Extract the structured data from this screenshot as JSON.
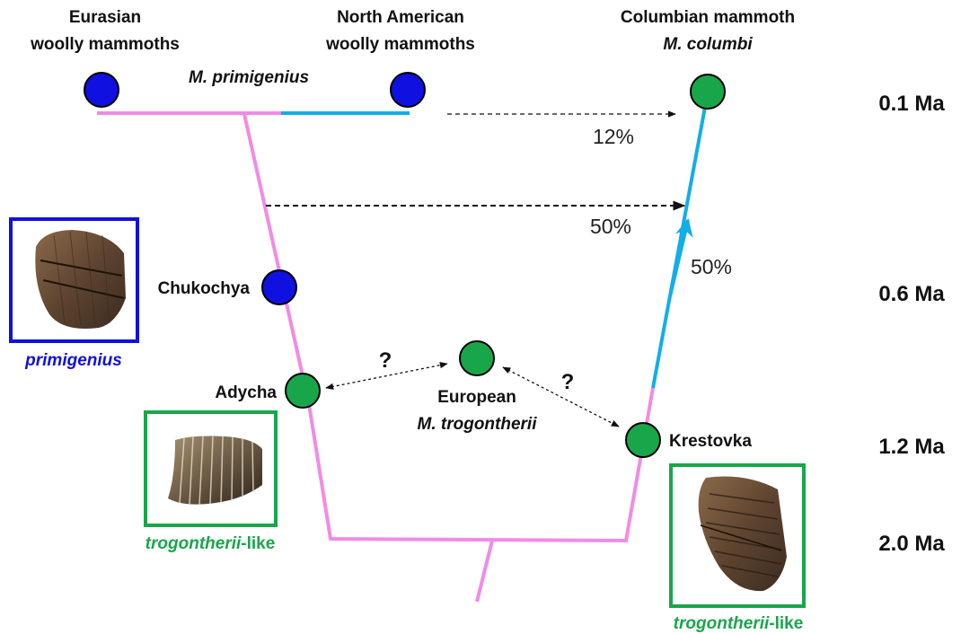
{
  "colors": {
    "woolly": "#1010e0",
    "trogontherii": "#19a64a",
    "pink_branch": "#f28ae6",
    "cyan_branch": "#12aee8",
    "arrow": "#111111"
  },
  "icons": [
    "mammoth-molar-tooth"
  ],
  "top_groups": {
    "eurasian": [
      "Eurasian",
      "woolly mammoths"
    ],
    "north_american": [
      "North American",
      "woolly mammoths"
    ],
    "columbian_name": "Columbian mammoth",
    "columbian_species": "M. columbi",
    "primigenius_species": "M. primigenius"
  },
  "nodes": {
    "chukochya": "Chukochya",
    "adycha": "Adycha",
    "european_line1": "European",
    "european_line2": "M. trogontherii",
    "krestovka": "Krestovka"
  },
  "gene_flow": {
    "top": "12%",
    "middle": "50%",
    "branch": "50%",
    "unknown_left": "?",
    "unknown_right": "?"
  },
  "time_scale": [
    "0.1 Ma",
    "0.6 Ma",
    "1.2 Ma",
    "2.0 Ma"
  ],
  "tooth_panels": {
    "primigenius": "primigenius",
    "trog_suffix": "-like",
    "trog_left_italic": "trogontherii",
    "trog_right_italic": "trogontherii"
  }
}
